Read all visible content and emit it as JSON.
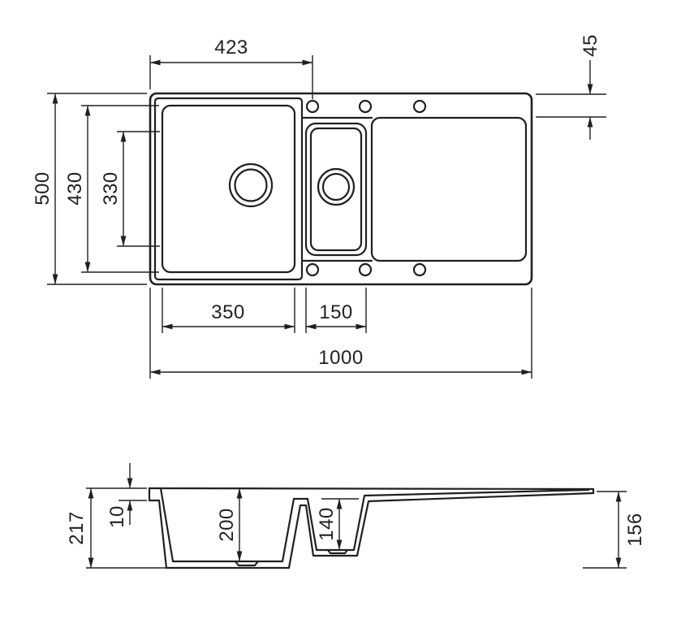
{
  "drawing": {
    "kind": "technical dimension drawing",
    "subject": "kitchen sink with one-and-a-half bowls and drainboard, top view and side section view",
    "line_color": "#1f2023",
    "background_color": "#ffffff"
  },
  "top_view": {
    "dim_hole_line_offset_x": "423",
    "dim_hole_row_offset": "45",
    "dim_overall_depth": "500",
    "dim_bowl_outer_depth": "430",
    "dim_bowl_inner_depth": "330",
    "dim_main_bowl_width": "350",
    "dim_half_bowl_width": "150",
    "dim_overall_length": "1000"
  },
  "side_view": {
    "dim_overall_height": "217",
    "dim_rim_thickness": "10",
    "dim_main_bowl_depth": "200",
    "dim_half_bowl_depth": "140",
    "dim_right_edge_height": "156"
  }
}
